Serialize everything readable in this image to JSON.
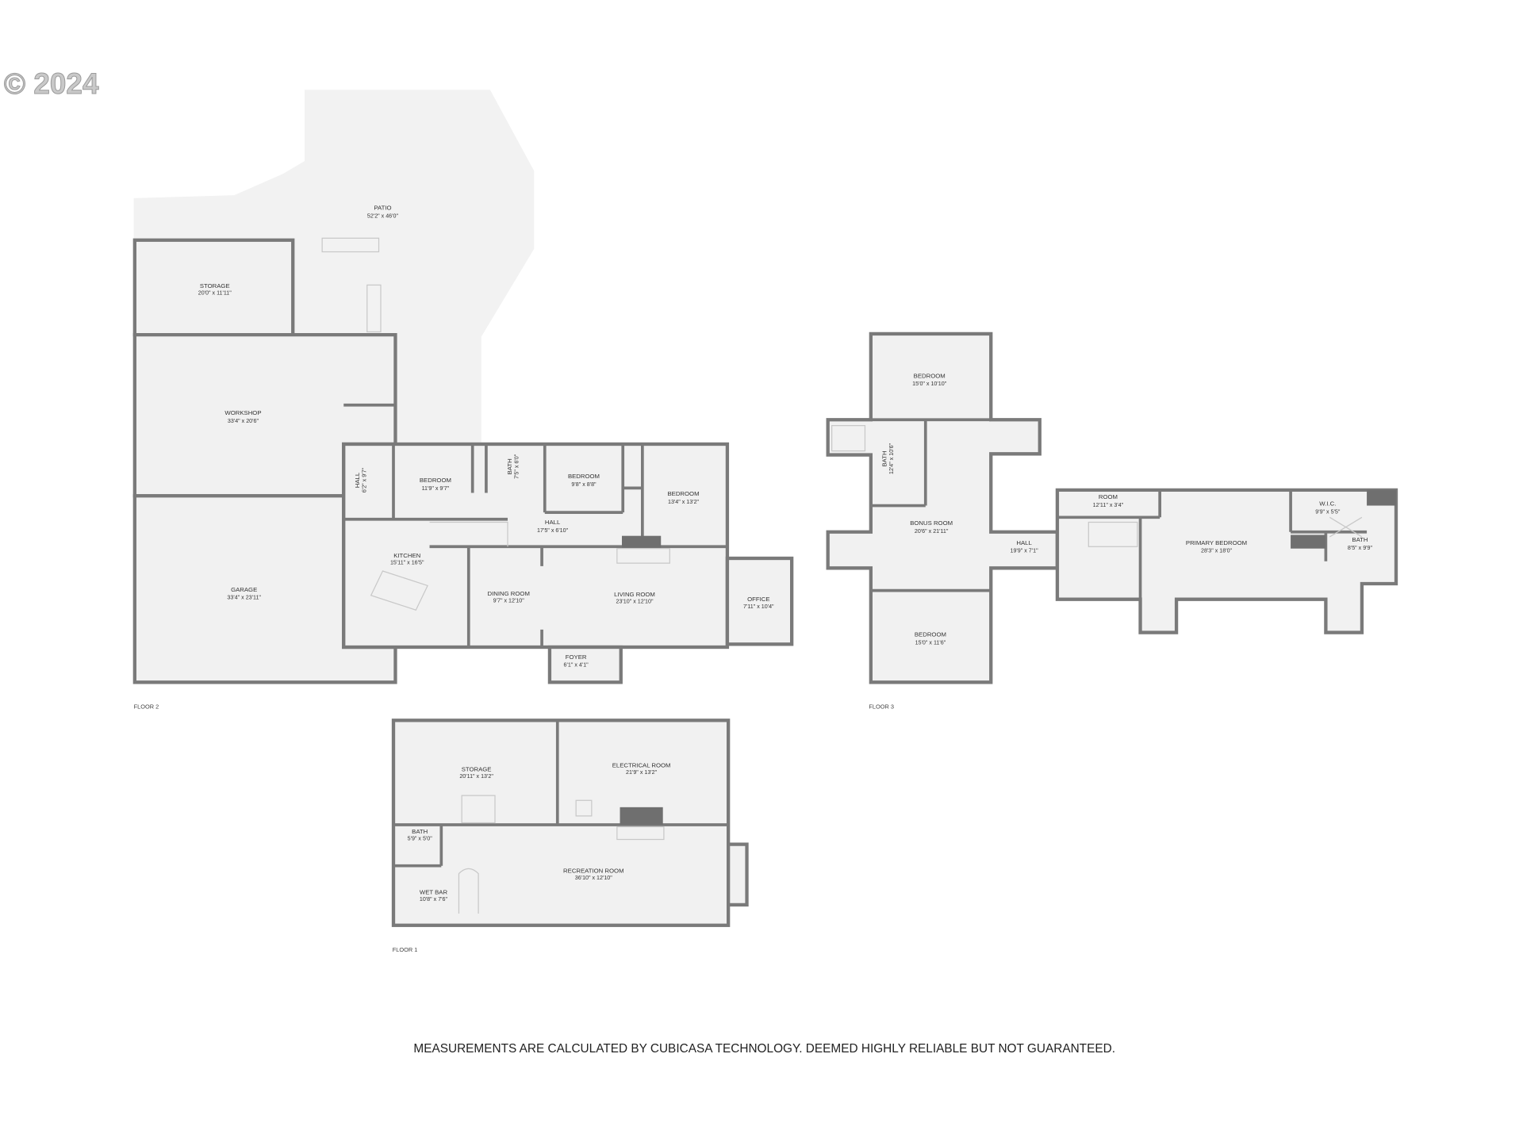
{
  "copyright": "© 2024",
  "disclaimer": "MEASUREMENTS ARE CALCULATED BY CUBICASA TECHNOLOGY. DEEMED HIGHLY RELIABLE BUT NOT GUARANTEED.",
  "floor2": {
    "label": "FLOOR 2",
    "rooms": [
      {
        "name": "PATIO",
        "dims": "52'2\" x 46'0\""
      },
      {
        "name": "STORAGE",
        "dims": "20'0\" x 11'11\""
      },
      {
        "name": "WORKSHOP",
        "dims": "33'4\" x 20'6\""
      },
      {
        "name": "GARAGE",
        "dims": "33'4\" x 23'11\""
      },
      {
        "name": "HALL",
        "dims": "6'2\" x 9'7\""
      },
      {
        "name": "BEDROOM",
        "dims": "11'9\" x 9'7\""
      },
      {
        "name": "BATH",
        "dims": "7'5\" x 6'0\""
      },
      {
        "name": "BEDROOM",
        "dims": "9'8\" x 8'8\""
      },
      {
        "name": "BEDROOM",
        "dims": "13'4\" x 13'2\""
      },
      {
        "name": "HALL",
        "dims": "17'5\" x 6'10\""
      },
      {
        "name": "KITCHEN",
        "dims": "15'11\" x 16'5\""
      },
      {
        "name": "DINING ROOM",
        "dims": "9'7\" x 12'10\""
      },
      {
        "name": "LIVING ROOM",
        "dims": "23'10\" x 12'10\""
      },
      {
        "name": "OFFICE",
        "dims": "7'11\" x 10'4\""
      },
      {
        "name": "FOYER",
        "dims": "6'1\" x 4'1\""
      }
    ]
  },
  "floor3": {
    "label": "FLOOR 3",
    "rooms": [
      {
        "name": "BEDROOM",
        "dims": "15'0\" x 10'10\""
      },
      {
        "name": "BATH",
        "dims": "12'4\" x 10'6\""
      },
      {
        "name": "BONUS ROOM",
        "dims": "20'6\" x 21'11\""
      },
      {
        "name": "HALL",
        "dims": "19'9\" x 7'1\""
      },
      {
        "name": "BEDROOM",
        "dims": "15'0\" x 11'6\""
      },
      {
        "name": "ROOM",
        "dims": "12'11\" x 3'4\""
      },
      {
        "name": "PRIMARY BEDROOM",
        "dims": "28'3\" x 18'0\""
      },
      {
        "name": "W.I.C.",
        "dims": "9'9\" x 5'5\""
      },
      {
        "name": "BATH",
        "dims": "8'5\" x 9'9\""
      }
    ]
  },
  "floor1": {
    "label": "FLOOR 1",
    "rooms": [
      {
        "name": "STORAGE",
        "dims": "20'11\" x 13'2\""
      },
      {
        "name": "ELECTRICAL ROOM",
        "dims": "21'9\" x 13'2\""
      },
      {
        "name": "BATH",
        "dims": "5'9\" x 5'0\""
      },
      {
        "name": "WET BAR",
        "dims": "10'8\" x 7'6\""
      },
      {
        "name": "RECREATION ROOM",
        "dims": "36'10\" x 12'10\""
      }
    ]
  }
}
